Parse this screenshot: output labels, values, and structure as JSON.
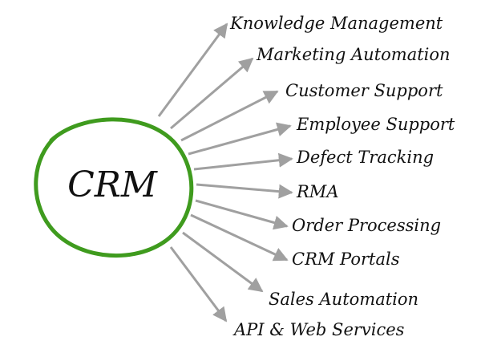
{
  "center": {
    "label": "CRM",
    "ring_color": "#3f9b1e"
  },
  "arrow_color": "#a0a0a0",
  "spokes": [
    {
      "label": "Knowledge Management"
    },
    {
      "label": "Marketing Automation"
    },
    {
      "label": "Customer Support"
    },
    {
      "label": "Employee Support"
    },
    {
      "label": "Defect Tracking"
    },
    {
      "label": "RMA"
    },
    {
      "label": "Order Processing"
    },
    {
      "label": "CRM Portals"
    },
    {
      "label": "Sales Automation"
    },
    {
      "label": "API & Web Services"
    }
  ]
}
